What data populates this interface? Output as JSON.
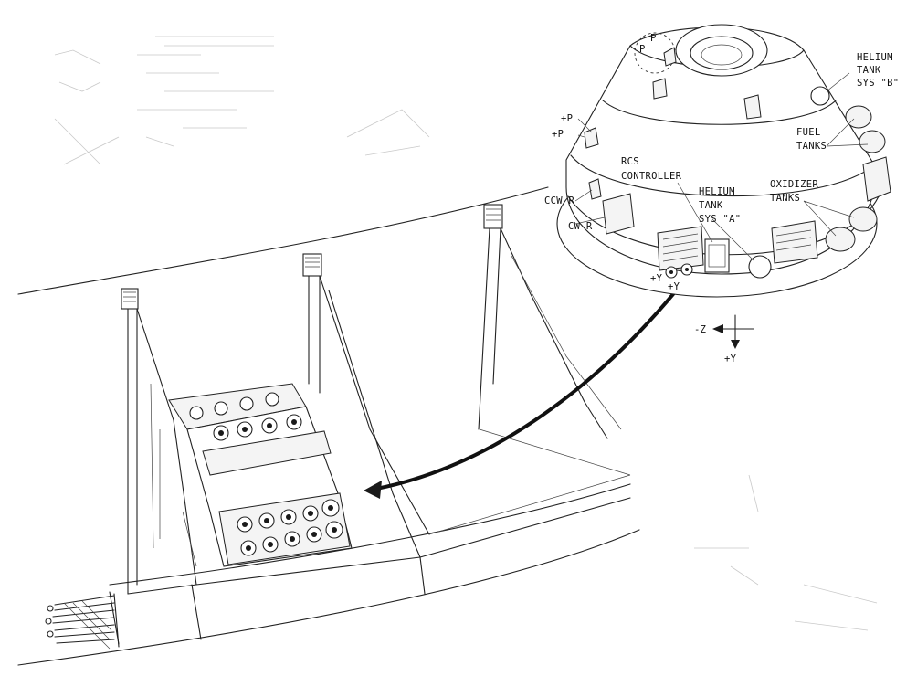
{
  "labels": {
    "p_top": "P",
    "p_top2": "P",
    "plus_p_1": "+P",
    "plus_p_2": "+P",
    "ccw_r": "CCW R",
    "cw_r": "CW R",
    "rcs_controller_1": "RCS",
    "rcs_controller_2": "CONTROLLER",
    "helium_a_1": "HELIUM",
    "helium_a_2": "TANK",
    "helium_a_3": "SYS \"A\"",
    "helium_b_1": "HELIUM",
    "helium_b_2": "TANK",
    "helium_b_3": "SYS \"B\"",
    "fuel_1": "FUEL",
    "fuel_2": "TANKS",
    "oxidizer_1": "OXIDIZER",
    "oxidizer_2": "TANKS",
    "plus_y_1": "+Y",
    "plus_y_2": "+Y",
    "axis_minus_z": "-Z",
    "axis_plus_y": "+Y"
  }
}
